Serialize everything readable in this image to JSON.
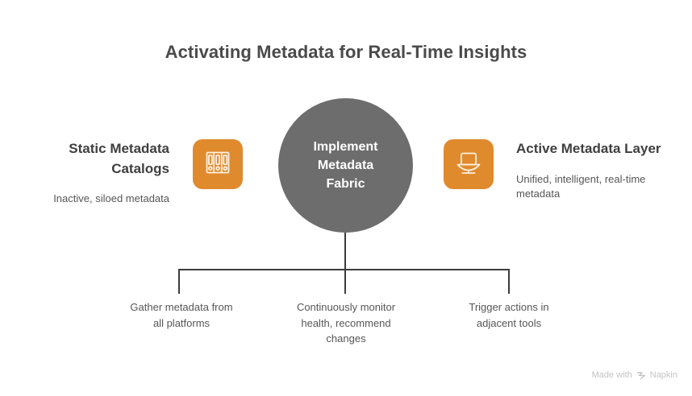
{
  "title": "Activating Metadata for Real-Time Insights",
  "colors": {
    "accent_orange": "#e08a2e",
    "center_gray": "#6d6d6d",
    "title_gray": "#4a4a4a",
    "body_gray": "#565656",
    "connector_gray": "#3c3c3c",
    "watermark_gray": "#c3c3c3",
    "background": "#ffffff"
  },
  "center": {
    "label": "Implement\nMetadata\nFabric"
  },
  "sides": [
    {
      "position": "left",
      "icon": "binders-archive-icon",
      "title": "Static Metadata Catalogs",
      "subtitle": "Inactive, siloed metadata"
    },
    {
      "position": "right",
      "icon": "laptop-stand-icon",
      "title": "Active Metadata Layer",
      "subtitle": "Unified, intelligent, real-time metadata"
    }
  ],
  "branches": [
    {
      "label": "Gather metadata from\nall platforms"
    },
    {
      "label": "Continuously monitor\nhealth, recommend\nchanges"
    },
    {
      "label": "Trigger actions in\nadjacent tools"
    }
  ],
  "watermark": {
    "text_before": "Made with",
    "brand": "Napkin",
    "logo": "napkin-chevron-logo"
  }
}
